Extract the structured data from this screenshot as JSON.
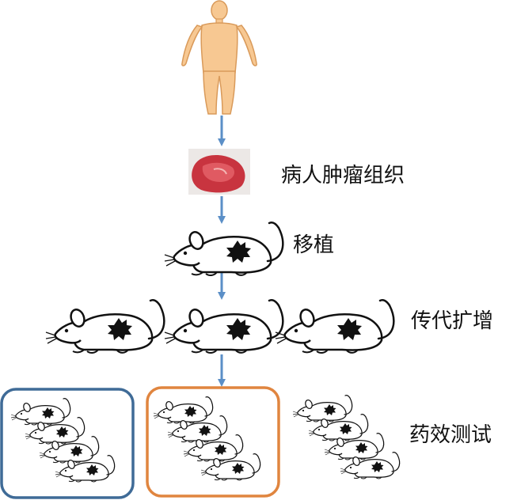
{
  "labels": {
    "tissue": "病人肿瘤组织",
    "transplant": "移植",
    "passage": "传代扩增",
    "efficacy": "药效测试"
  },
  "colors": {
    "arrow": "#5b8fc7",
    "box_left": "#3f6b97",
    "box_middle": "#e0853f",
    "skin": "#f7c892",
    "skin_outline": "#d99a5a",
    "tissue": "#c8343f",
    "mouse_outline": "#111111",
    "tumor": "#111111"
  },
  "icons": {
    "human": "human-body-icon",
    "tissue": "tumor-tissue-icon",
    "mouse": "mouse-with-tumor-icon"
  }
}
